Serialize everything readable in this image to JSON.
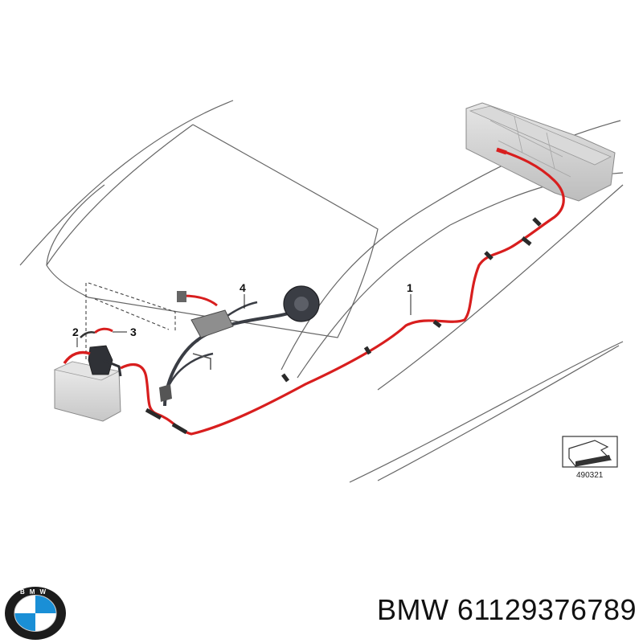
{
  "callouts": {
    "c1": "1",
    "c2": "2",
    "c3": "3",
    "c4": "4"
  },
  "reference_label": "490321",
  "caption": {
    "brand": "BMW",
    "part_number": "61129376789",
    "full": "BMW 61129376789"
  },
  "logo_letters": "BMW",
  "colors": {
    "cable_red": "#d81e1e",
    "outline": "#555555",
    "harness_dark": "#3a3d44",
    "component_gray": "#cfcfcf",
    "logo_blue": "#1a8fd6",
    "logo_ring": "#1c1c1c"
  }
}
